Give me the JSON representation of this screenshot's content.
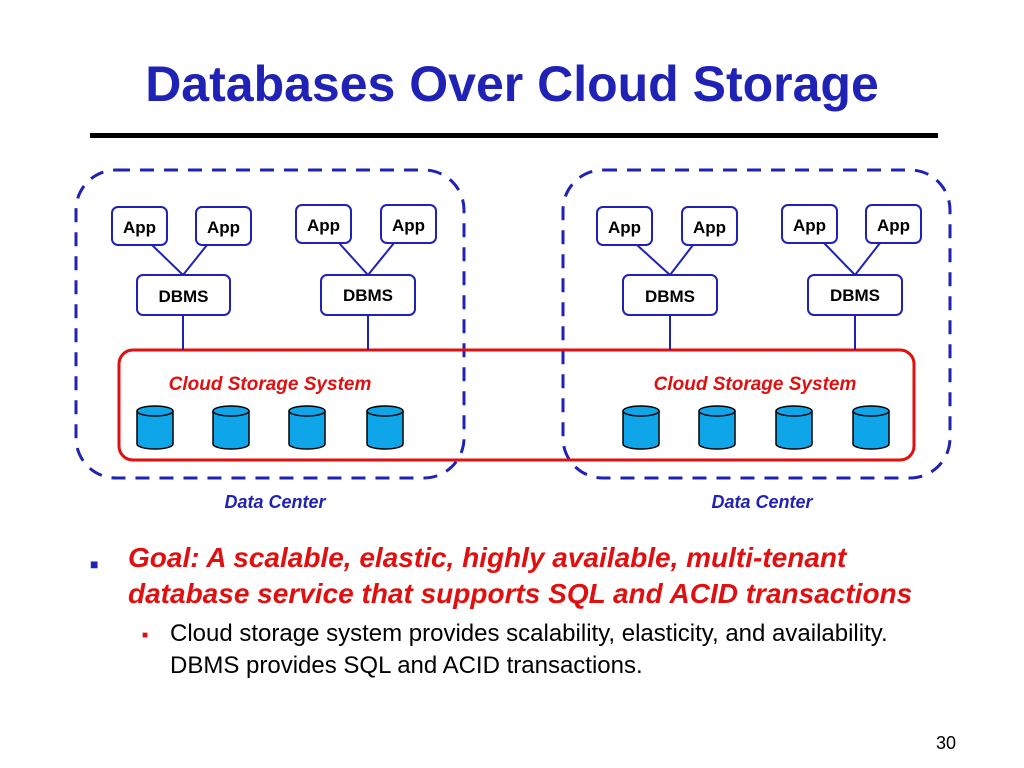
{
  "slide": {
    "title": "Databases Over Cloud Storage",
    "page_number": "30"
  },
  "diagram": {
    "app_label": "App",
    "dbms_label": "DBMS",
    "storage_label": "Cloud Storage System",
    "datacenter_label": "Data Center"
  },
  "bullets": {
    "main": "Goal: A scalable, elastic, highly available, multi-tenant database service that supports SQL and ACID transactions",
    "sub": "Cloud storage system provides scalability, elasticity, and availability. DBMS provides SQL and ACID transactions."
  },
  "colors": {
    "title": "#1f22b4",
    "datacenter_border": "#1f22b4",
    "storage_border": "#e01010",
    "storage_text": "#e01010",
    "cylinder_fill": "#0ea5e9"
  }
}
